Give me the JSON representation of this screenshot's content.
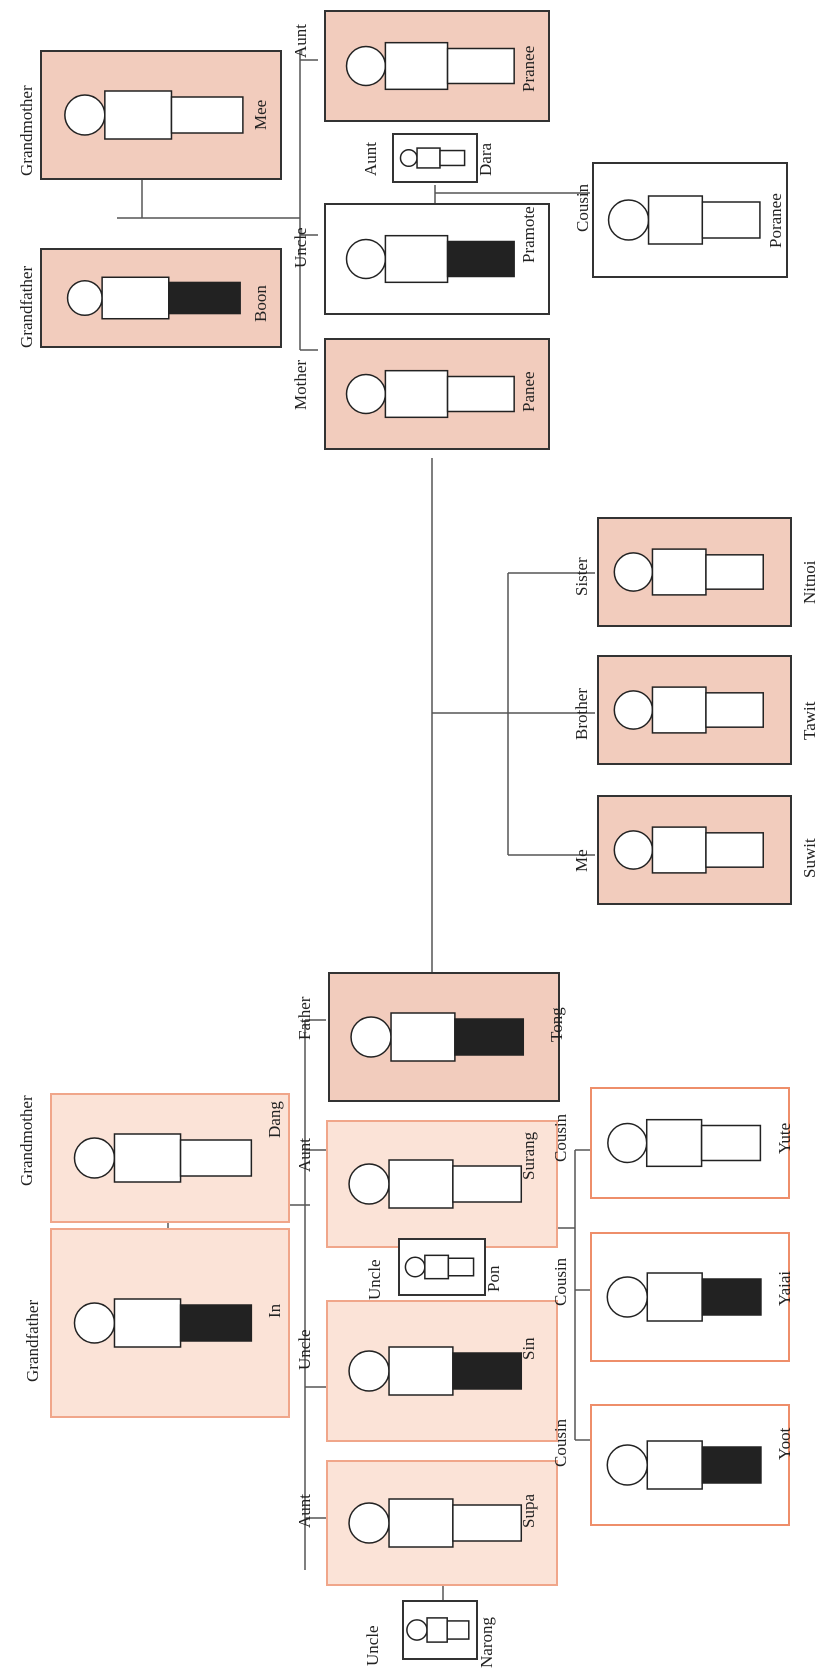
{
  "people": {
    "boon": {
      "role": "Grandfather",
      "name": "Boon"
    },
    "mee": {
      "role": "Grandmother",
      "name": "Mee"
    },
    "panee": {
      "role": "Mother",
      "name": "Panee"
    },
    "pramote": {
      "role": "Uncle",
      "name": "Pramote"
    },
    "pranee": {
      "role": "Aunt",
      "name": "Pranee"
    },
    "dara": {
      "role": "Aunt",
      "name": "Dara"
    },
    "poranee": {
      "role": "Cousin",
      "name": "Poranee"
    },
    "nitnoi": {
      "role": "Sister",
      "name": "Nitnoi"
    },
    "tawit": {
      "role": "Brother",
      "name": "Tawit"
    },
    "suwit": {
      "role": "Me",
      "name": "Suwit"
    },
    "tong": {
      "role": "Father",
      "name": "Tong"
    },
    "dang": {
      "role": "Grandmother",
      "name": "Dang"
    },
    "in": {
      "role": "Grandfather",
      "name": "In"
    },
    "surang": {
      "role": "Aunt",
      "name": "Surang"
    },
    "pon": {
      "role": "Uncle",
      "name": "Pon"
    },
    "sin": {
      "role": "Uncle",
      "name": "Sin"
    },
    "supa": {
      "role": "Aunt",
      "name": "Supa"
    },
    "narong": {
      "role": "Uncle",
      "name": "Narong"
    },
    "yute": {
      "role": "Cousin",
      "name": "Yute"
    },
    "yaiai": {
      "role": "Cousin",
      "name": "Yaiai"
    },
    "yoot": {
      "role": "Cousin",
      "name": "Yoot"
    }
  },
  "colors": {
    "box_pink": "#f2ccbd",
    "box_light": "#fbe3d7",
    "border_orange": "#ee8e6a",
    "line": "#555555"
  }
}
